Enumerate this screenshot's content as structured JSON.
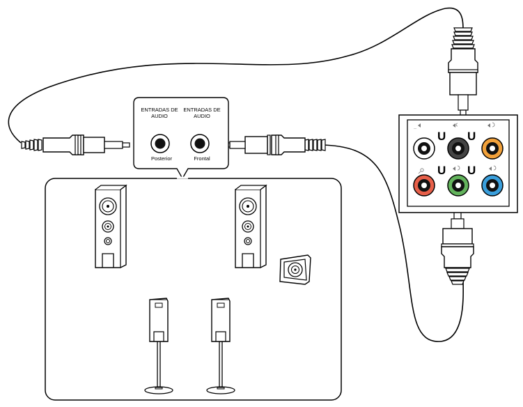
{
  "input_panel": {
    "rear_label_line1": "ENTRADAS DE",
    "rear_label_line2": "AUDIO",
    "front_label_line1": "ENTRADAS DE",
    "front_label_line2": "AUDIO",
    "rear_jack_caption": "Posterior",
    "front_jack_caption": "Frontal"
  },
  "colors": {
    "line": "#000000",
    "white_jack": "#ffffff",
    "black_jack": "#444444",
    "orange_jack": "#f2a13a",
    "red_jack": "#e8604a",
    "green_jack": "#63b35c",
    "blue_jack": "#3a9fdc"
  },
  "speakers": {
    "tower_count": 2,
    "center_count": 1,
    "stand_count": 2
  },
  "icons": {
    "rear_panel": [
      "line-in-icon",
      "mic-icon",
      "center-sub-icon",
      "line-out-icon",
      "rear-speaker-icon",
      "side-speaker-icon"
    ]
  }
}
